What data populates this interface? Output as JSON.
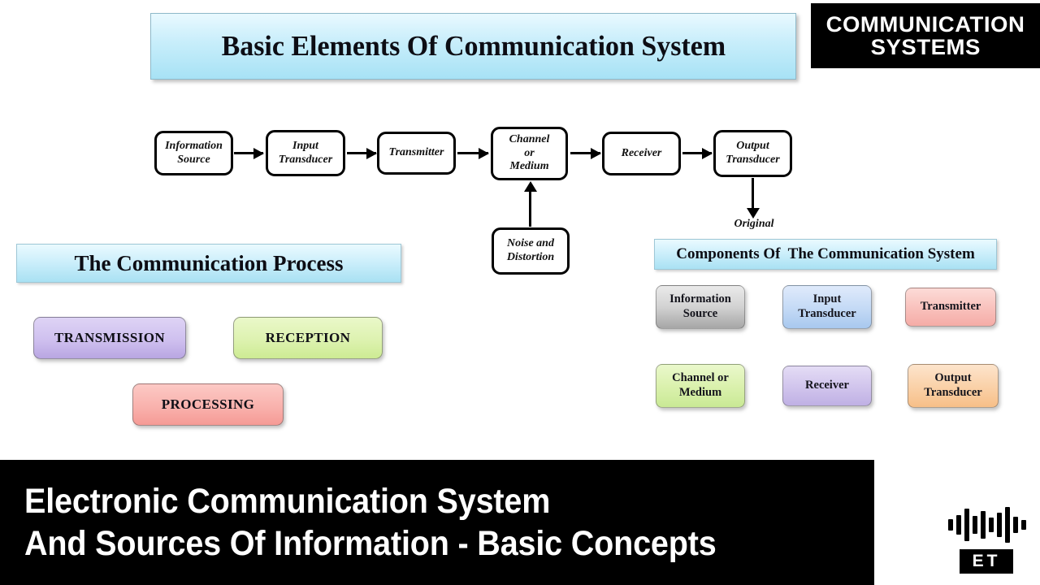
{
  "brand_badge": {
    "line1": "COMMUNICATION",
    "line2": "SYSTEMS",
    "background": "#000000",
    "text_color": "#ffffff"
  },
  "main_title": {
    "text": "Basic Elements Of Communication System",
    "gradient_top": "#e9f9ff",
    "gradient_bottom": "#a7e2f5"
  },
  "diagram": {
    "boxes": [
      {
        "label": "Information\nSource",
        "name": "information-source"
      },
      {
        "label": "Input\nTransducer",
        "name": "input-transducer"
      },
      {
        "label": "Transmitter",
        "name": "transmitter"
      },
      {
        "label": "Channel\nor\nMedium",
        "name": "channel-or-medium"
      },
      {
        "label": "Receiver",
        "name": "receiver"
      },
      {
        "label": "Output\nTransducer",
        "name": "output-transducer"
      },
      {
        "label": "Noise and\nDistortion",
        "name": "noise-and-distortion"
      }
    ],
    "output_label": "Original"
  },
  "process_panel": {
    "header": "The Communication Process",
    "chips": [
      {
        "label": "TRANSMISSION",
        "color_top": "#ded3f5",
        "color_bottom": "#b9a6e2"
      },
      {
        "label": "RECEPTION",
        "color_top": "#eaf8c9",
        "color_bottom": "#cdeb93"
      },
      {
        "label": "PROCESSING",
        "color_top": "#fcc9c5",
        "color_bottom": "#f59a95"
      }
    ]
  },
  "components_panel": {
    "header": "Components Of  The Communication System",
    "chips": [
      {
        "label": "Information\nSource",
        "color_top": "#eaeaea",
        "color_bottom": "#a6a6a6"
      },
      {
        "label": "Input\nTransducer",
        "color_top": "#dfeafb",
        "color_bottom": "#a8c8ee"
      },
      {
        "label": "Transmitter",
        "color_top": "#fcdbd7",
        "color_bottom": "#f5aca6"
      },
      {
        "label": "Channel or\nMedium",
        "color_top": "#eaf8cc",
        "color_bottom": "#c9e995"
      },
      {
        "label": "Receiver",
        "color_top": "#e4dcf5",
        "color_bottom": "#bfb0e4"
      },
      {
        "label": "Output\nTransducer",
        "color_top": "#fde4cc",
        "color_bottom": "#f7bf88"
      }
    ]
  },
  "bottom_banner": {
    "line1": "Electronic Communication System",
    "line2": "And Sources Of Information - Basic Concepts",
    "background": "#000000",
    "text_color": "#ffffff"
  },
  "logo": {
    "text": "ET",
    "icon": "audio-waveform-icon",
    "bar_heights": [
      14,
      24,
      40,
      22,
      34,
      18,
      30,
      44,
      20,
      12
    ]
  }
}
